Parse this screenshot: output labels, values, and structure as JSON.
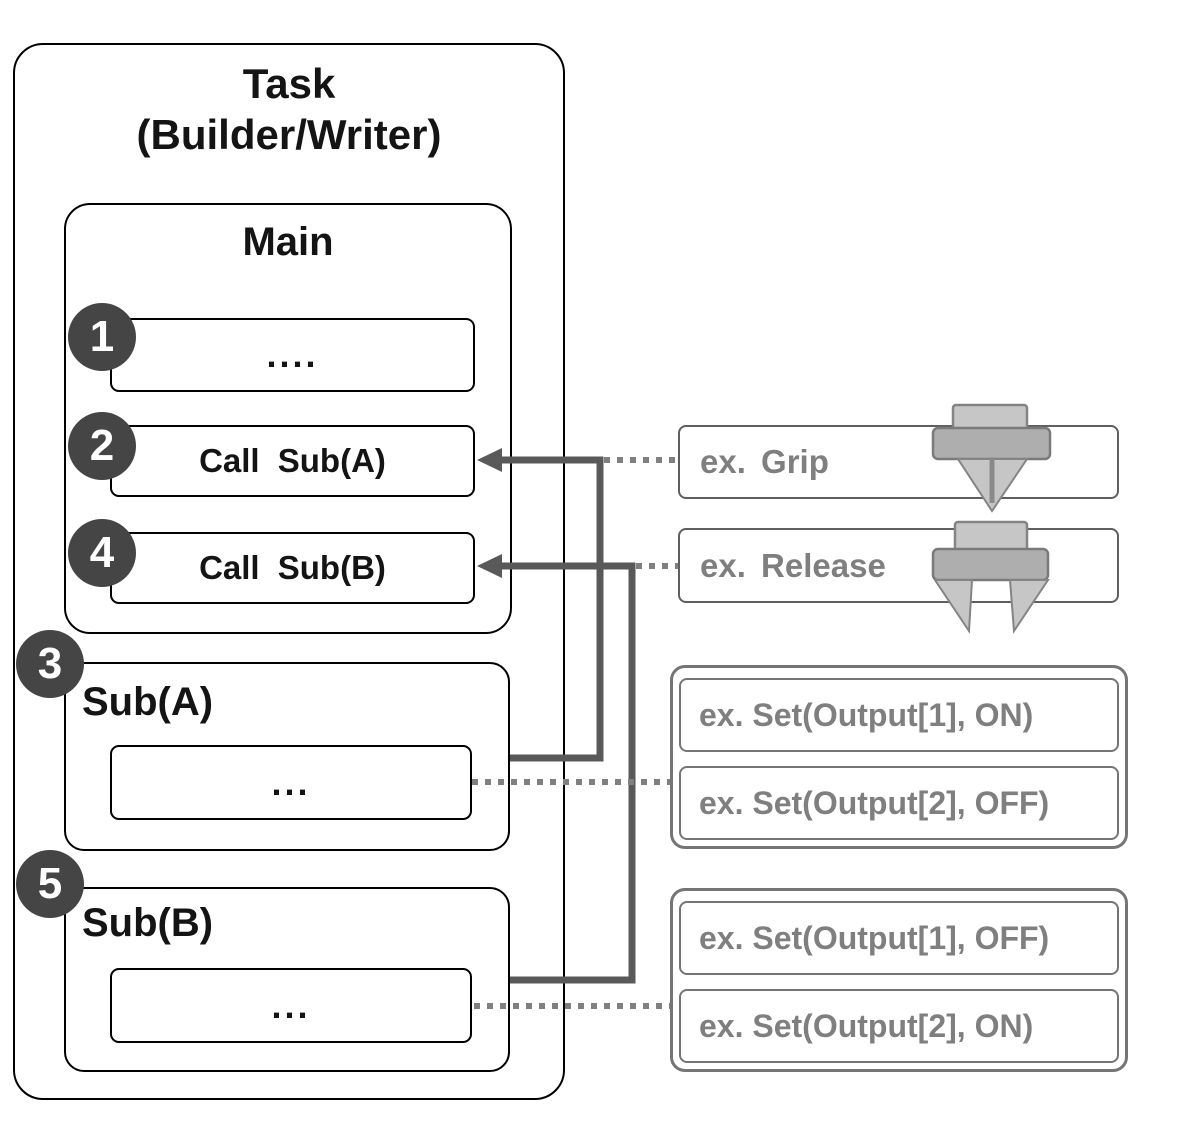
{
  "diagram": {
    "task": {
      "title_line1": "Task",
      "title_line2": "(Builder/Writer)"
    },
    "main": {
      "title": "Main",
      "steps": [
        {
          "badge": "1",
          "label": "...."
        },
        {
          "badge": "2",
          "label": "Call Sub(A)"
        },
        {
          "badge": "4",
          "label": "Call Sub(B)"
        }
      ]
    },
    "subroutines": [
      {
        "badge": "3",
        "title": "Sub(A)",
        "body": "..."
      },
      {
        "badge": "5",
        "title": "Sub(B)",
        "body": "..."
      }
    ],
    "examples": {
      "grip_label": "ex. Grip",
      "release_label": "ex. Release",
      "grip_icon": "gripper-closed-icon",
      "release_icon": "gripper-open-icon",
      "sub_a_actions": [
        "ex. Set(Output[1], ON)",
        "ex. Set(Output[2], OFF)"
      ],
      "sub_b_actions": [
        "ex. Set(Output[1], OFF)",
        "ex. Set(Output[2], ON)"
      ]
    },
    "colors": {
      "box_border": "#000000",
      "badge_fill": "#454545",
      "badge_text": "#ffffff",
      "connector_solid": "#595959",
      "connector_dotted": "#808080",
      "example_text": "#7f7f7f",
      "example_border": "#6e6e6e",
      "gripper_light": "#c6c6c6",
      "gripper_mid": "#ababab",
      "gripper_outline": "#808080"
    }
  }
}
